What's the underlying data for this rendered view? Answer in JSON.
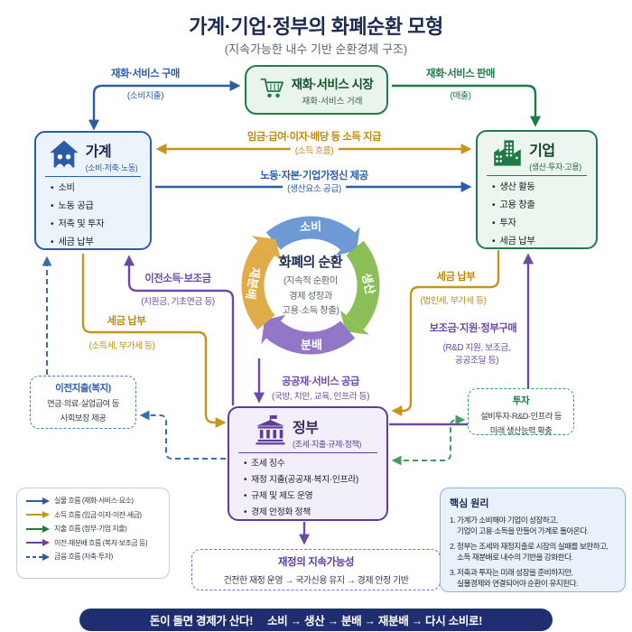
{
  "title": "가계·기업·정부의 화폐순환 모형",
  "subtitle": "(지속가능한 내수 기반 순환경제 구조)",
  "market": {
    "title": "재화·서비스 시장",
    "subtitle": "재화·서비스 거래"
  },
  "household": {
    "title": "가계",
    "subtitle": "(소비·저축·노동)",
    "items": [
      "소비",
      "노동 공급",
      "저축 및 투자",
      "세금 납부"
    ]
  },
  "firm": {
    "title": "기업",
    "subtitle": "(생산·투자·고용)",
    "items": [
      "생산 활동",
      "고용 창출",
      "투자",
      "세금 납부"
    ]
  },
  "government": {
    "title": "정부",
    "subtitle": "(조세·지출·규제·정책)",
    "items": [
      "조세 징수",
      "재정 지출(공공재·복지·인프라)",
      "규제 및 제도 운영",
      "경제 안정화 정책"
    ]
  },
  "cycle": {
    "title": "화폐의 순환",
    "desc1": "(지속적 순환이",
    "desc2": "경제 성장과",
    "desc3": "고용·소득 창출)",
    "top": "소비",
    "right": "생산",
    "bottom": "분배",
    "left": "재분배"
  },
  "flows": {
    "buy": {
      "label": "재화·서비스 구매",
      "sub": "(소비지출)"
    },
    "sell": {
      "label": "재화·서비스 판매",
      "sub": "(매출)"
    },
    "income": {
      "label": "임금·급여·이자·배당 등 소득 지급",
      "sub": "(소득 흐름)"
    },
    "factors": {
      "label": "노동·자본·기업가정신 제공",
      "sub": "(생산요소 공급)"
    },
    "transfer": {
      "label": "이전소득·보조금",
      "sub": "(지원금, 기초연금 등)"
    },
    "hh_tax": {
      "label": "세금 납부",
      "sub": "(소득세, 부가세 등)"
    },
    "firm_tax": {
      "label": "세금 납부",
      "sub": "(법인세, 부가세 등)"
    },
    "subsidy": {
      "label": "보조금·지원·정부구매",
      "sub1": "(R&D 지원, 보조금,",
      "sub2": "공공조달 등)"
    },
    "public": {
      "label": "공공재·서비스 공급",
      "sub": "(국방, 치안, 교육, 인프라 등)"
    }
  },
  "welfare": {
    "title": "이전지출(복지)",
    "line1": "연금·의료·실업급여 등",
    "line2": "사회보장 제공"
  },
  "invest": {
    "title": "투자",
    "line1": "설비투자·R&D·인프라 등",
    "line2": "미래 생산능력 확충"
  },
  "fiscal": {
    "title": "재정의 지속가능성",
    "desc": "건전한 재정 운영 → 국가신용 유지 → 경제 안정 기반"
  },
  "legend": {
    "items": [
      {
        "label": "실물 흐름 (재화·서비스·요소)",
        "color": "#2a5ca8",
        "style": "solid"
      },
      {
        "label": "소득 흐름 (임금·이자·이전·세금)",
        "color": "#c9941c",
        "style": "solid"
      },
      {
        "label": "지출 흐름 (정부·기업 지출)",
        "color": "#1e7a45",
        "style": "solid"
      },
      {
        "label": "이전·재분배 흐름 (복지·보조금 등)",
        "color": "#6a3fa0",
        "style": "solid"
      },
      {
        "label": "금융 흐름 (저축·투자)",
        "color": "#2a5ca8",
        "style": "dashed"
      }
    ]
  },
  "principles": {
    "title": "핵심 원리",
    "items": [
      {
        "line1": "1. 가계가 소비해야 기업이 성장하고,",
        "line2": "기업이 고용·소득을 만들어 가계로 돌아온다."
      },
      {
        "line1": "2. 정부는 조세와 재정지출로 시장의 실패를 보완하고,",
        "line2": "소득 재분배로 내수의 기반을 강화한다."
      },
      {
        "line1": "3. 저축과 투자는 미래 성장을 준비하지만,",
        "line2": "실물경제와 연결되어야 순환이 유지된다."
      }
    ]
  },
  "banner": {
    "left": "돈이 돌면 경제가 산다!",
    "right": "소비 → 생산 → 분배 → 재분배 → 다시 소비로!"
  },
  "colors": {
    "blue": "#2a5ca8",
    "green": "#1e7a45",
    "gold": "#c9941c",
    "purple": "#6a4aa5",
    "navy": "#1c2b52",
    "banner_bg": "#1e2e6e",
    "arc_blue": "#6d99d5",
    "arc_green": "#8cbf57",
    "arc_purple": "#9476c9",
    "arc_gold": "#e0ab49"
  }
}
